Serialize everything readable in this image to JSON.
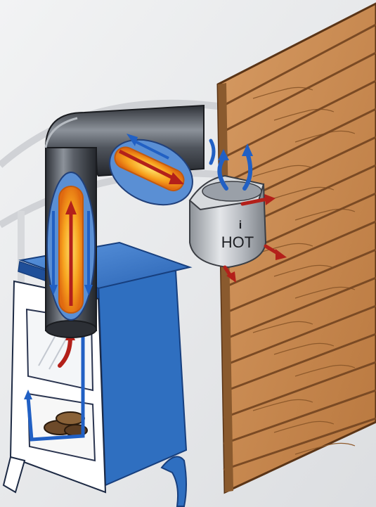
{
  "cap_label": {
    "letter": "i",
    "word": "HOT"
  },
  "colors": {
    "background": "#e9eaec",
    "stove_blue": "#2f6fc0",
    "stove_blue_dark": "#1f4f99",
    "pipe_dark": "#3a3d44",
    "pipe_light": "#9aa0a8",
    "flame_orange": "#f39a1c",
    "flame_yellow": "#ffd84a",
    "hot_air_red": "#b3201a",
    "cool_air_blue": "#2160c4",
    "wood": "#c98a55",
    "wood_dark": "#7a4a24",
    "cap_silver": "#b9bdc3"
  },
  "icons": [
    "hot-air-arrow",
    "cool-air-arrow",
    "flame-core"
  ]
}
